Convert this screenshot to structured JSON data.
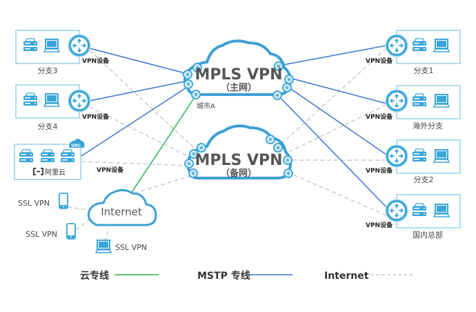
{
  "colors": {
    "accent": "#3aa6d8",
    "box_border": "#7cc4e4",
    "cloud_line": "#3d9fd6",
    "mstp_line": "#3a74cf",
    "cloud_dedicated_line": "#22b24c",
    "internet_line": "#c9c9c9",
    "text_dark": "#333333"
  },
  "clouds": {
    "primary": {
      "title": "MPLS VPN",
      "subtitle": "（主网）",
      "city_label": "城市A"
    },
    "backup": {
      "title": "MPLS VPN",
      "subtitle": "（备网）"
    },
    "internet": {
      "title": "Internet"
    }
  },
  "sites_left": [
    {
      "name": "分支3",
      "device_label": "VPN设备"
    },
    {
      "name": "分支4",
      "device_label": "VPN设备"
    },
    {
      "name": "阿里云",
      "badge": "VPC",
      "device_label": "VPN设备"
    }
  ],
  "sites_right": [
    {
      "name": "分支1",
      "device_label": "VPN设备"
    },
    {
      "name": "海外分支",
      "device_label": "VPN设备"
    },
    {
      "name": "分支2",
      "device_label": "VPN设备"
    },
    {
      "name": "国内总部",
      "device_label": "VPN设备"
    }
  ],
  "ssl_clients": [
    {
      "label": "SSL VPN",
      "device": "phone-icon"
    },
    {
      "label": "SSL VPN",
      "device": "phone-icon"
    },
    {
      "label": "SSL VPN",
      "device": "laptop-icon"
    }
  ],
  "legend": [
    {
      "label": "云专线",
      "style": "solid",
      "color": "#22b24c"
    },
    {
      "label": "MSTP 专线",
      "style": "solid",
      "color": "#3a74cf"
    },
    {
      "label": "Internet",
      "style": "dashed",
      "color": "#c9c9c9"
    }
  ]
}
